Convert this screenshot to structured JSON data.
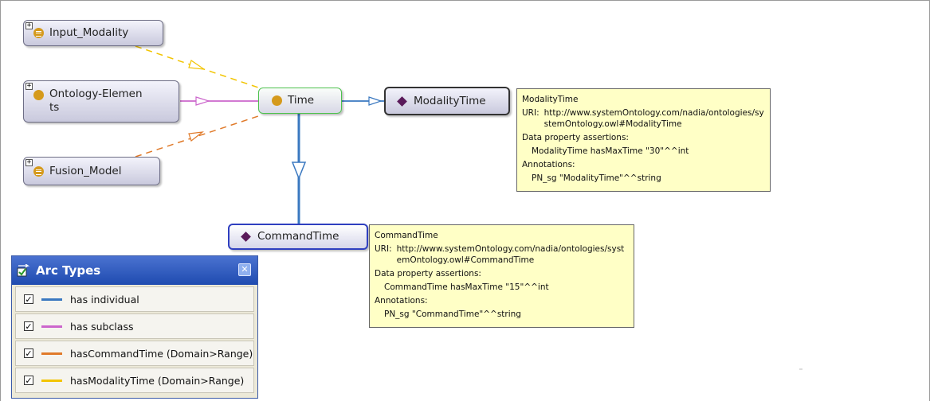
{
  "nodes": {
    "input_modality": {
      "label": "Input_Modality",
      "expand": "+"
    },
    "ontology_elements": {
      "label_line1": "Ontology-Elemen",
      "label_line2": "ts",
      "expand": "+"
    },
    "fusion_model": {
      "label": "Fusion_Model",
      "expand": "+"
    },
    "time": {
      "label": "Time"
    },
    "modality_time": {
      "label": "ModalityTime"
    },
    "command_time": {
      "label": "CommandTime"
    }
  },
  "tooltips": {
    "modality_time": {
      "name": "ModalityTime",
      "uri_label": "URI:",
      "uri": "http://www.systemOntology.com/nadia/ontologies/systemOntology.owl#ModalityTime",
      "data_props_label": "Data property assertions:",
      "data_prop": "ModalityTime hasMaxTime \"30\"^^int",
      "annotations_label": "Annotations:",
      "annotation": "PN_sg \"ModalityTime\"^^string"
    },
    "command_time": {
      "name": "CommandTime",
      "uri_label": "URI:",
      "uri": "http://www.systemOntology.com/nadia/ontologies/systemOntology.owl#CommandTime",
      "data_props_label": "Data property assertions:",
      "data_prop": "CommandTime hasMaxTime \"15\"^^int",
      "annotations_label": "Annotations:",
      "annotation": "PN_sg \"CommandTime\"^^string"
    }
  },
  "arc_panel": {
    "title": "Arc Types",
    "close_glyph": "✕",
    "items": [
      {
        "label": "has individual",
        "checked": "✓",
        "color": "#3a78c0"
      },
      {
        "label": "has subclass",
        "checked": "✓",
        "color": "#cc66cc"
      },
      {
        "label": "hasCommandTime (Domain>Range)",
        "checked": "✓",
        "color": "#e07a2a"
      },
      {
        "label": "hasModalityTime (Domain>Range)",
        "checked": "✓",
        "color": "#f2c400"
      }
    ]
  },
  "colors": {
    "individual": "#3a78c0",
    "subclass": "#cc66cc",
    "command_time": "#e07a2a",
    "modality_time": "#f2c400",
    "class_dot": "#d59a1c",
    "individual_diamond": "#5a1a5a",
    "tooltip_bg": "#ffffc6"
  }
}
